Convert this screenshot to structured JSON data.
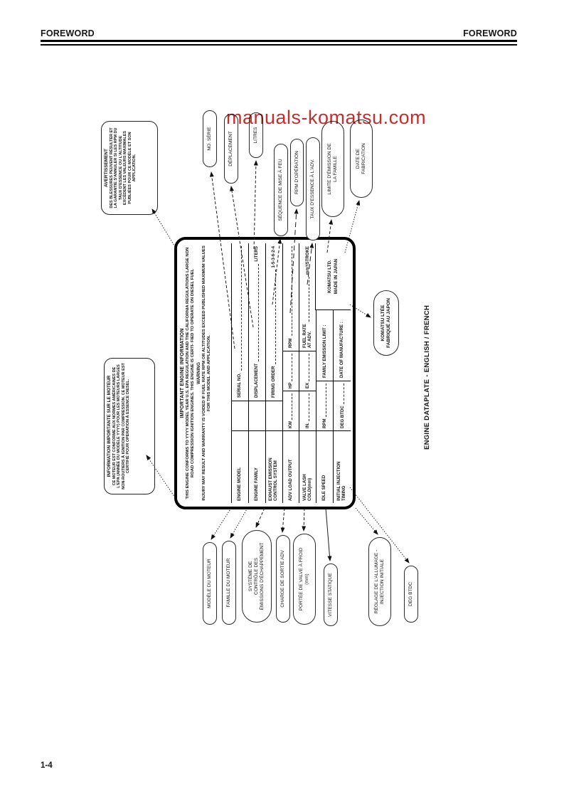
{
  "page": {
    "header_left": "FOREWORD",
    "header_right": "FOREWORD",
    "page_number": "1-4",
    "watermark": "manuals-komatsu.com",
    "caption": "ENGINE DATAPLATE - ENGLISH / FRENCH"
  },
  "colors": {
    "watermark_red": "#c2302c",
    "ink": "#161616"
  },
  "warning_fr": {
    "title": "AVERTISSEMENT",
    "body": "DES BLESSURES PEUVENT RÉSULTER ET LA GARANTIE S'ANNULER SI LES RPM DU TAUX D'ESSENCE OU L'ALTITUDE EXCÈDENT LES VALEURS MAXIMALES PUBLIÉES POUR CE MODÈLE ET SON APPLICATION."
  },
  "info_fr": {
    "title": "INFORMATION IMPORTANTE SUR LE MOTEUR",
    "body": "CE MOTEUR EST CONFORME AUX NORMES AMÉRICAINES DE L'EPA (ANNÉE DU MODÈLE YYYY) POUR LES MOTEURS LARGES NON-ROUTIERS À IGNITION PAR COMPRESSION. CE MOTEUR EST CERTIFIÉ POUR OPERATION À ESSENCE DIESEL."
  },
  "plate": {
    "title": "IMPORTANT ENGINE INFORMATION",
    "para1": "THIS ENGINE CONFORMS TO YYYY MODEL YEAR U.S. EPA REGULATION AND THE CALIFORNIA REGULATIONS LARGE NON ROAD COMPRESSION IGNITION ENGINES. THIS ENGINE IS CERTI- FIED TO OPERATE ON DIESEL FUEL",
    "warning_title": "WARNING",
    "para2": "INJURY MAY RESULT AND WARRANTY IS VOIDED IF FUEL RATE RPM OR ALTITUDES EXCEED PUBLISHED MAXIMUM VALUES FOR THIS MODEL AND APPLICATION.",
    "table": {
      "row_a": {
        "label": "ENGINE MODEL",
        "field": "SERIAL NO."
      },
      "row_b": {
        "label": "ENGINE FAMILY",
        "field": "DISPLACEMENT",
        "unit": "LITERS"
      },
      "row_c": {
        "label": "EXHAUST EMISSION\nCONTROL SYSTEM",
        "field": "FIRING ORDER",
        "value": "1-5-3-6-2-4"
      },
      "row_d": {
        "label": "ADV LOAD OUTPUT",
        "kw": "KW",
        "hp": "HP",
        "rpm": "RPM"
      },
      "row_e": {
        "label": "VALVE LASH\nCOLD(mm)",
        "in": "IN.",
        "ex": "EX",
        "field": "FUEL RATE\nAT ADV.",
        "unit": "mm³/STROKE"
      },
      "row_f": {
        "label": "IDLE SPEED",
        "cell": "RPM",
        "field": "FAMILY EMISSION LIMIT :"
      },
      "row_g": {
        "label": "INITIAL INJECTION\nTIMING",
        "cell": "DEG BTDC",
        "field": "DATE OF MANUFACTURE :"
      },
      "maker": "KOMATSU LTD.\nMADE IN JAPAN"
    }
  },
  "callouts_top": [
    "NO. SÉRIE",
    "DÉPLACEMENT",
    "LITRES",
    "SÉQUENCE DE MISE À FEU",
    "RPM D'OPÉRATION",
    "TAUX D'ESSENCE À L'ADV.",
    "LIMITE D'ÉMISSION DE\nLA FAMILLE",
    "DATE DE\nFABRICATION"
  ],
  "callouts_bottom": [
    "MODÈLE DU MOTEUR",
    "FAMILLE DU MOTEUR",
    "SYSTÈME DE\nCONTRÔLE DES\nÉMISSIONS D'ÉCHAPPEMENT",
    "CHARGE DE SORTIE ADV",
    "PORTÉE DE VALVE À FROID\n(mm)",
    "VITESSE STATIQUE",
    "RÉGLAGE DE L'ALLUMAGE -\nINJECTION INITIALE",
    "DEG BTDC"
  ],
  "komatsu_bubble": "KOMATSU LTÉE\nFABRIQUÉ AU JAPON"
}
